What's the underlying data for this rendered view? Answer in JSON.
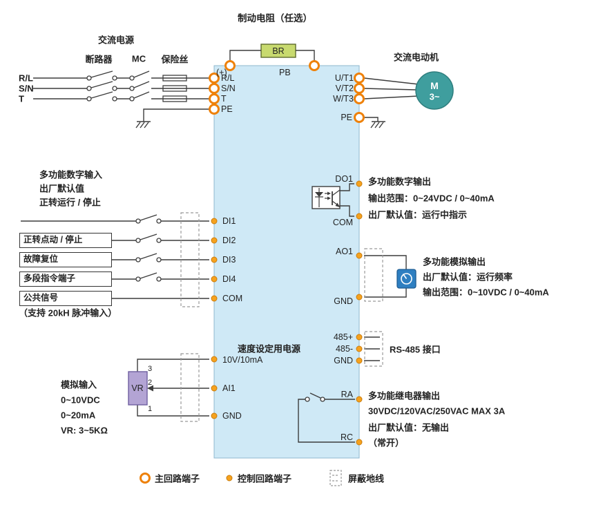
{
  "title": "制动电阻（任选）",
  "ac_power": {
    "heading": "交流电源",
    "breaker_label": "断路器",
    "mc_label": "MC",
    "fuse_label": "保险丝",
    "phase_labels": [
      "R/L",
      "S/N",
      "T"
    ]
  },
  "drive": {
    "plus_terminal": "(+)",
    "pb_terminal": "PB",
    "brake_resistor": "BR",
    "left_main_terminals": [
      "R/L",
      "S/N",
      "T",
      "PE"
    ],
    "right_main_terminals": [
      "U/T1",
      "V/T2",
      "W/T3"
    ],
    "right_pe_terminal": "PE"
  },
  "motor": {
    "heading": "交流电动机",
    "m": "M",
    "phase": "3~"
  },
  "digital_inputs": {
    "heading": "多功能数字输入",
    "subheading1": "出厂默认值",
    "subheading2": "正转运行 / 停止",
    "boxed_labels": [
      "正转点动 / 停止",
      "故障复位",
      "多段指令端子",
      "公共信号"
    ],
    "note": "（支持 20kH 脉冲输入）",
    "terminals": [
      "DI1",
      "DI2",
      "DI3",
      "DI4",
      "COM"
    ]
  },
  "digital_output": {
    "terminal_do1": "DO1",
    "terminal_com": "COM",
    "heading": "多功能数字输出",
    "range": "输出范围：0~24VDC / 0~40mA",
    "default_value": "出厂默认值：运行中指示"
  },
  "analog_output": {
    "terminal_ao1": "AO1",
    "terminal_gnd": "GND",
    "heading": "多功能模拟输出",
    "default_value": "出厂默认值：运行频率",
    "range": "输出范围：0~10VDC / 0~40mA"
  },
  "rs485": {
    "terminals": [
      "485+",
      "485-",
      "GND"
    ],
    "label": "RS-485 接口"
  },
  "relay": {
    "terminal_ra": "RA",
    "terminal_rc": "RC",
    "heading": "多功能继电器输出",
    "rating": "30VDC/120VAC/250VAC MAX 3A",
    "default_value": "出厂默认值：无输出",
    "note": "（常开）"
  },
  "speed_setting": {
    "heading": "速度设定用电源",
    "supply_terminal": "10V/10mA",
    "terminal_ai1": "AI1",
    "terminal_gnd": "GND",
    "vr_label": "VR",
    "pin_labels": [
      "3",
      "2",
      "1"
    ],
    "analog_input_heading": "模拟输入",
    "range1": "0~10VDC",
    "range2": "0~20mA",
    "vr_spec": "VR: 3~5KΩ"
  },
  "legend": {
    "main_circuit": "主回路端子",
    "control_circuit": "控制回路端子",
    "shield": "屏蔽地线"
  },
  "colors": {
    "drive_body": "#cfe9f6",
    "brake_resistor": "#c8da6f",
    "motor": "#3f9e9e",
    "terminal_ring": "#ee8109",
    "control_dot": "#f6a21e",
    "vr_body": "#b3a4d4",
    "meter_body": "#2e7fc1",
    "wire": "#3c3c3c"
  },
  "icons": {
    "main_terminal": "double-circle-terminal-icon",
    "control_terminal": "dot-terminal-icon",
    "shield": "shielded-cable-icon",
    "ground": "ground-icon",
    "optocoupler": "optocoupler-icon",
    "meter": "analog-meter-icon",
    "motor_symbol": "motor-icon",
    "switch": "no-contact-icon",
    "fuse": "fuse-icon"
  }
}
